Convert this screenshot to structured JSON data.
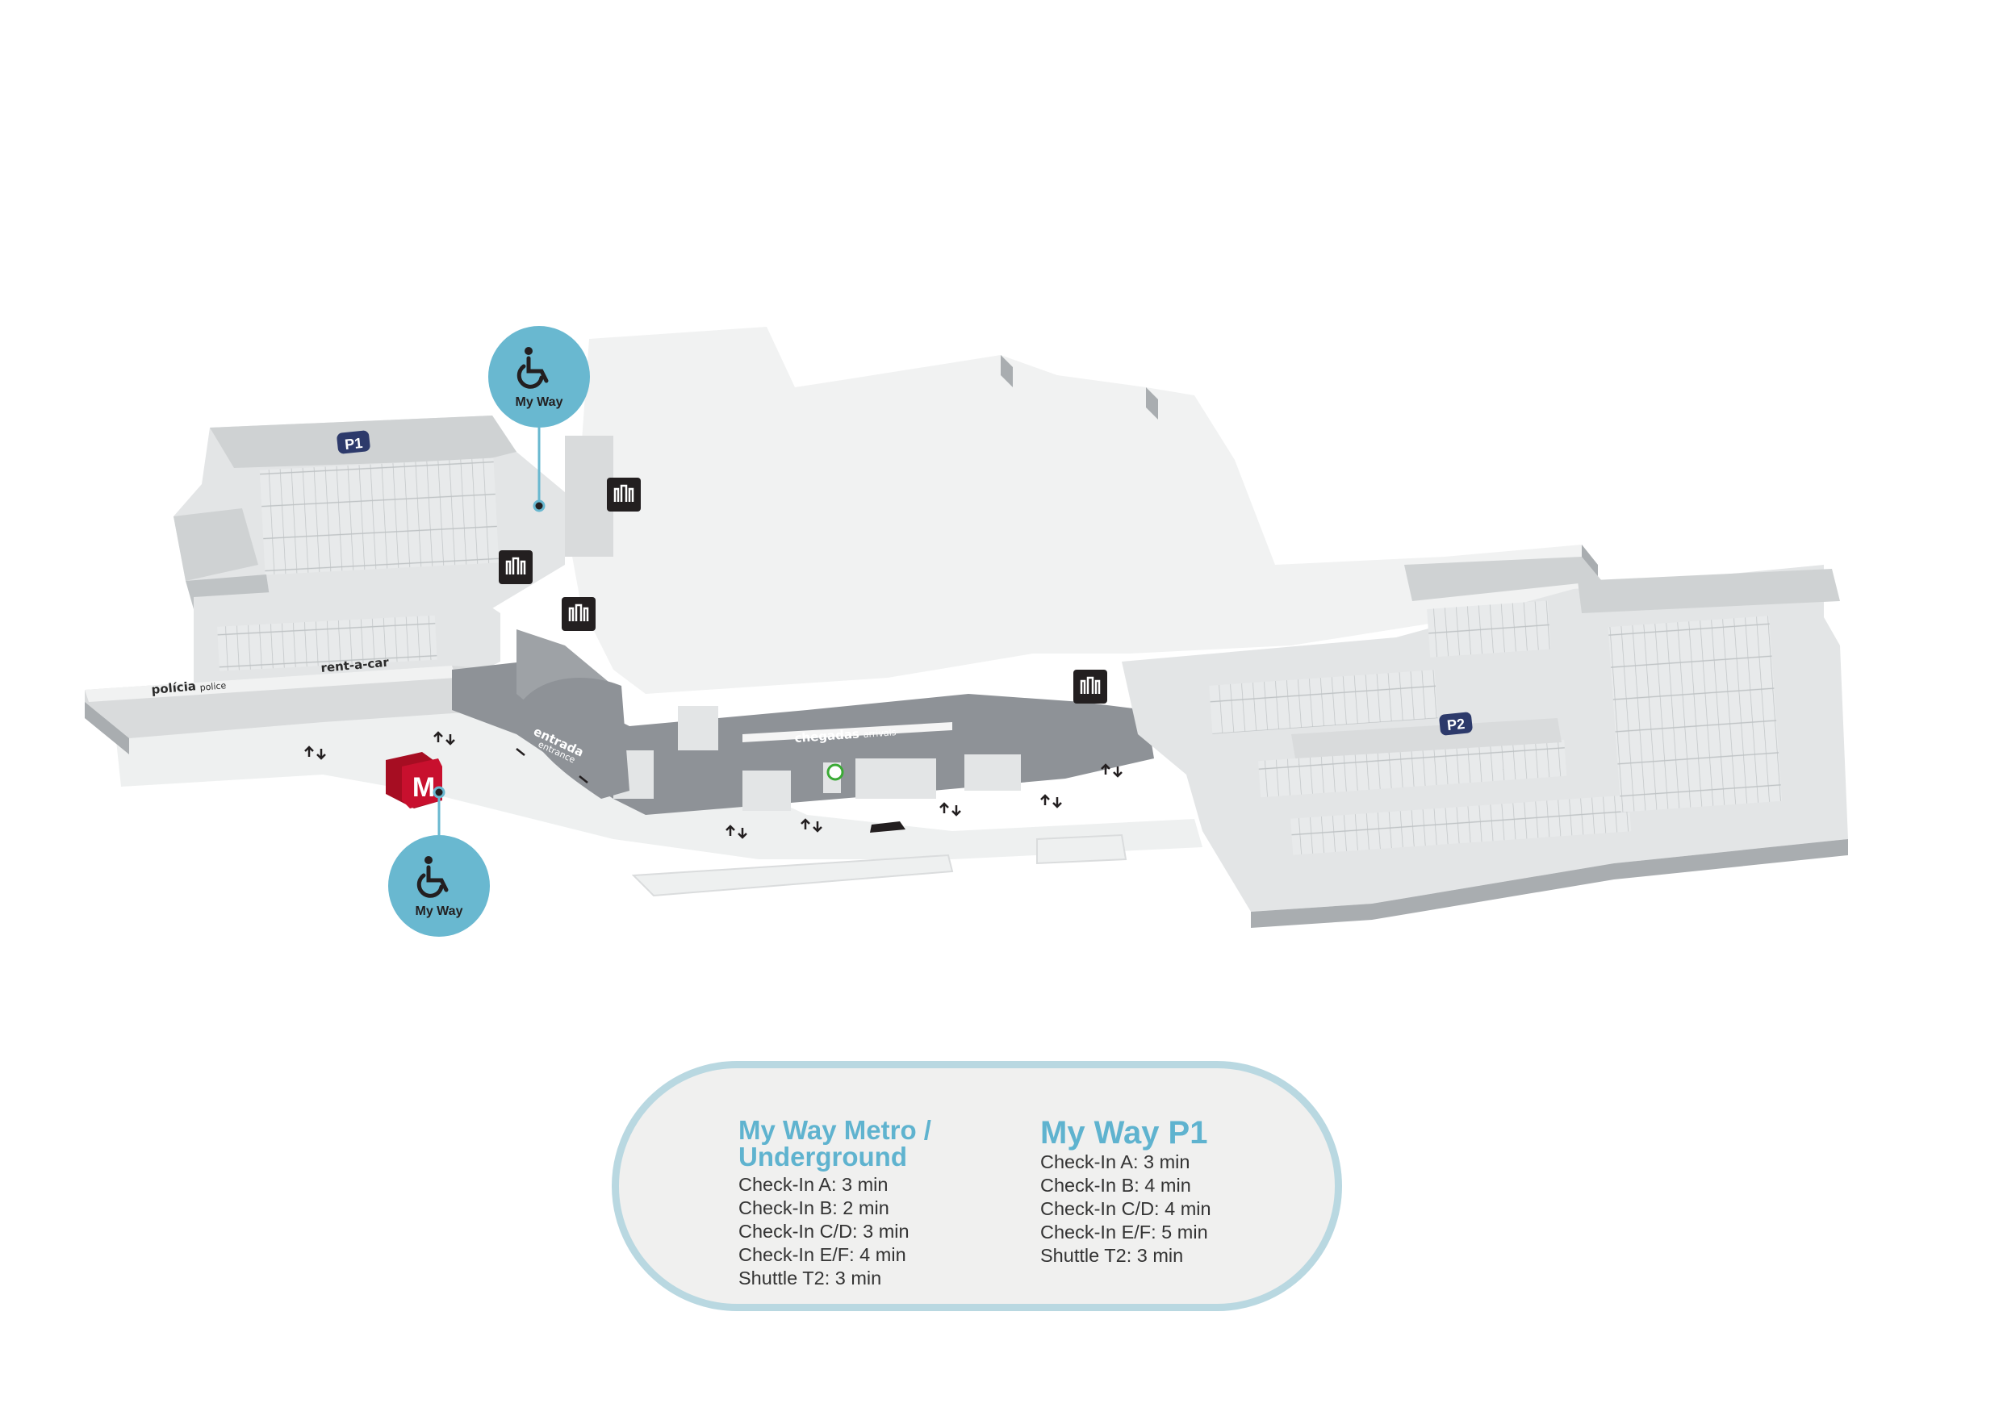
{
  "map": {
    "parking_p1": "P1",
    "parking_p2": "P2",
    "label_policia": "polícia",
    "label_police": "police",
    "label_rent_a_car": "rent-a-car",
    "label_entrada": "entrada",
    "label_entrance": "entrance",
    "label_chegadas": "chegadas",
    "label_arrivals": "arrivals",
    "myway_top": "My Way",
    "myway_bottom": "My Way",
    "metro_letter": "M",
    "colors": {
      "myway_blue": "#69b8d0",
      "metro_red": "#c8102e",
      "floor": "#f0f1f1",
      "roads": "#8e9297",
      "walls": "#cfd2d3",
      "dark_icon": "#231f20"
    },
    "icons": [
      "wheelchair-icon",
      "metro-icon",
      "elevator-icon",
      "taxi-icon",
      "info-icon",
      "arrow-icon"
    ]
  },
  "legend": {
    "metro": {
      "title_line1": "My Way Metro /",
      "title_line2": "Underground",
      "items": [
        "Check-In A: 3 min",
        "Check-In B: 2 min",
        "Check-In C/D: 3 min",
        "Check-In E/F: 4 min",
        "Shuttle T2: 3 min"
      ]
    },
    "p1": {
      "title": "My Way P1",
      "items": [
        "Check-In A: 3 min",
        "Check-In B: 4 min",
        "Check-In C/D: 4 min",
        "Check-In E/F: 5 min",
        "Shuttle T2: 3 min"
      ]
    }
  }
}
